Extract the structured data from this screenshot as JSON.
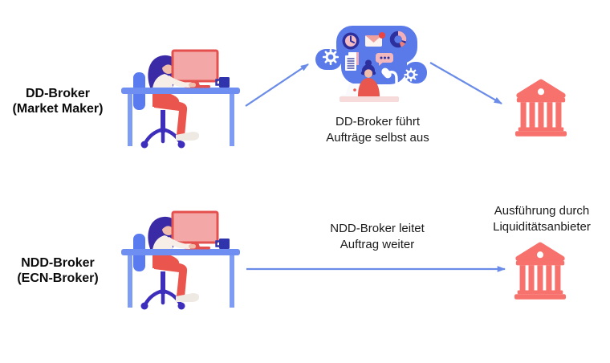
{
  "rows": [
    {
      "label_line1": "DD-Broker",
      "label_line2": "(Market Maker)",
      "caption_line1": "DD-Broker führt",
      "caption_line2": "Aufträge selbst aus"
    },
    {
      "label_line1": "NDD-Broker",
      "label_line2": "(ECN-Broker)",
      "caption_line1": "NDD-Broker leitet",
      "caption_line2": "Auftrag weiter",
      "target_line1": "Ausführung durch",
      "target_line2": "Liquiditätsanbieter"
    }
  ],
  "colors": {
    "background": "#ffffff",
    "arrow_blue": "#6a8ce8",
    "blob_blue": "#5b7ae9",
    "desk_blue": "#6e8ef1",
    "navy": "#2c2f9c",
    "hair_indigo": "#3b2aa6",
    "coral_red": "#e8564e",
    "bank_coral": "#f7716d",
    "monitor_frame": "#e4504e",
    "monitor_screen": "#f3a7a7",
    "text": "#111111"
  },
  "icons": {
    "person_desk": "woman-working-at-desk-with-monitor",
    "workspace_cluster": [
      "clock",
      "mail-with-notification",
      "donut-chart",
      "gear",
      "document",
      "chat-bubble",
      "desk-lamp",
      "person-at-laptop"
    ],
    "bank": "bank-building-columns",
    "arrows": [
      "diagonal-up-right",
      "diagonal-down-right",
      "horizontal-right"
    ]
  }
}
